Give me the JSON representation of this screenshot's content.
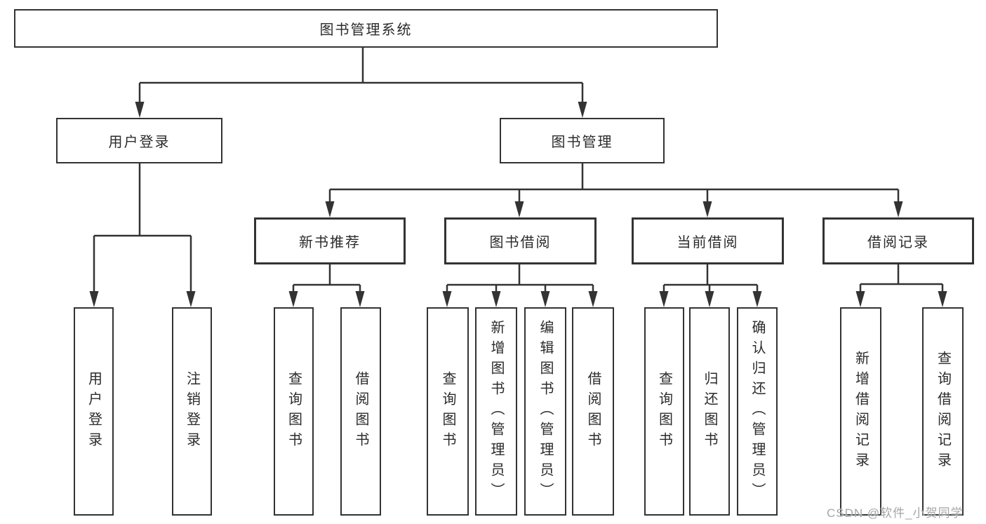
{
  "diagram": {
    "root": "图书管理系统",
    "branches": {
      "user_login": "用户登录",
      "book_management": "图书管理"
    },
    "modules": {
      "new_book_recommend": "新书推荐",
      "book_borrowing": "图书借阅",
      "current_borrowing": "当前借阅",
      "borrowing_records": "借阅记录"
    },
    "leaves": {
      "user_login": "用户登录",
      "logout": "注销登录",
      "nb_query_books": "查询图书",
      "nb_borrow_books": "借阅图书",
      "bb_query_books": "查询图书",
      "bb_add_books_admin": "新增图书（管理员）",
      "bb_edit_books_admin": "编辑图书（管理员）",
      "bb_borrow_books": "借阅图书",
      "cb_query_books": "查询图书",
      "cb_return_books": "归还图书",
      "cb_confirm_return_admin": "确认归还（管理员）",
      "br_add_record": "新增借阅记录",
      "br_query_record": "查询借阅记录"
    },
    "watermark": "CSDN @软件_小贺同学",
    "colors": {
      "line": "#333333",
      "border": "#333333",
      "text": "#2b2b2b",
      "watermark": "#a6a6a6",
      "background": "#ffffff"
    }
  }
}
